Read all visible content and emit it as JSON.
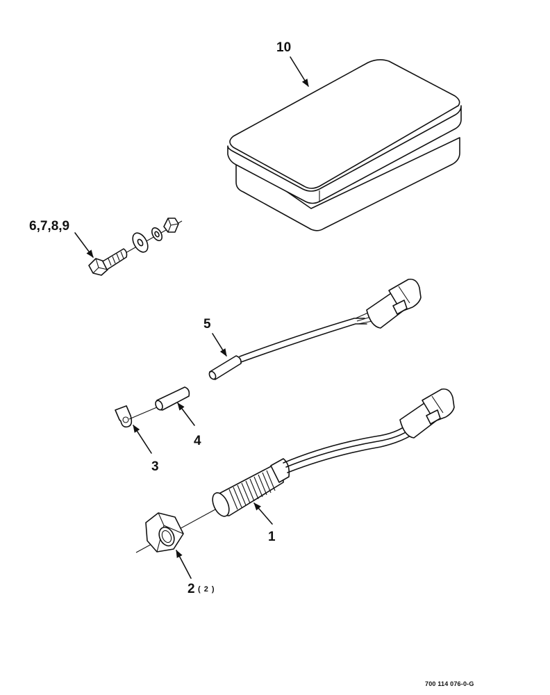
{
  "callouts": {
    "c10": "10",
    "c6789": "6,7,8,9",
    "c5": "5",
    "c4": "4",
    "c3": "3",
    "c1": "1",
    "c2": "2",
    "c2_qty": "( 2 )"
  },
  "reference_number": "700 114 076-0-G"
}
